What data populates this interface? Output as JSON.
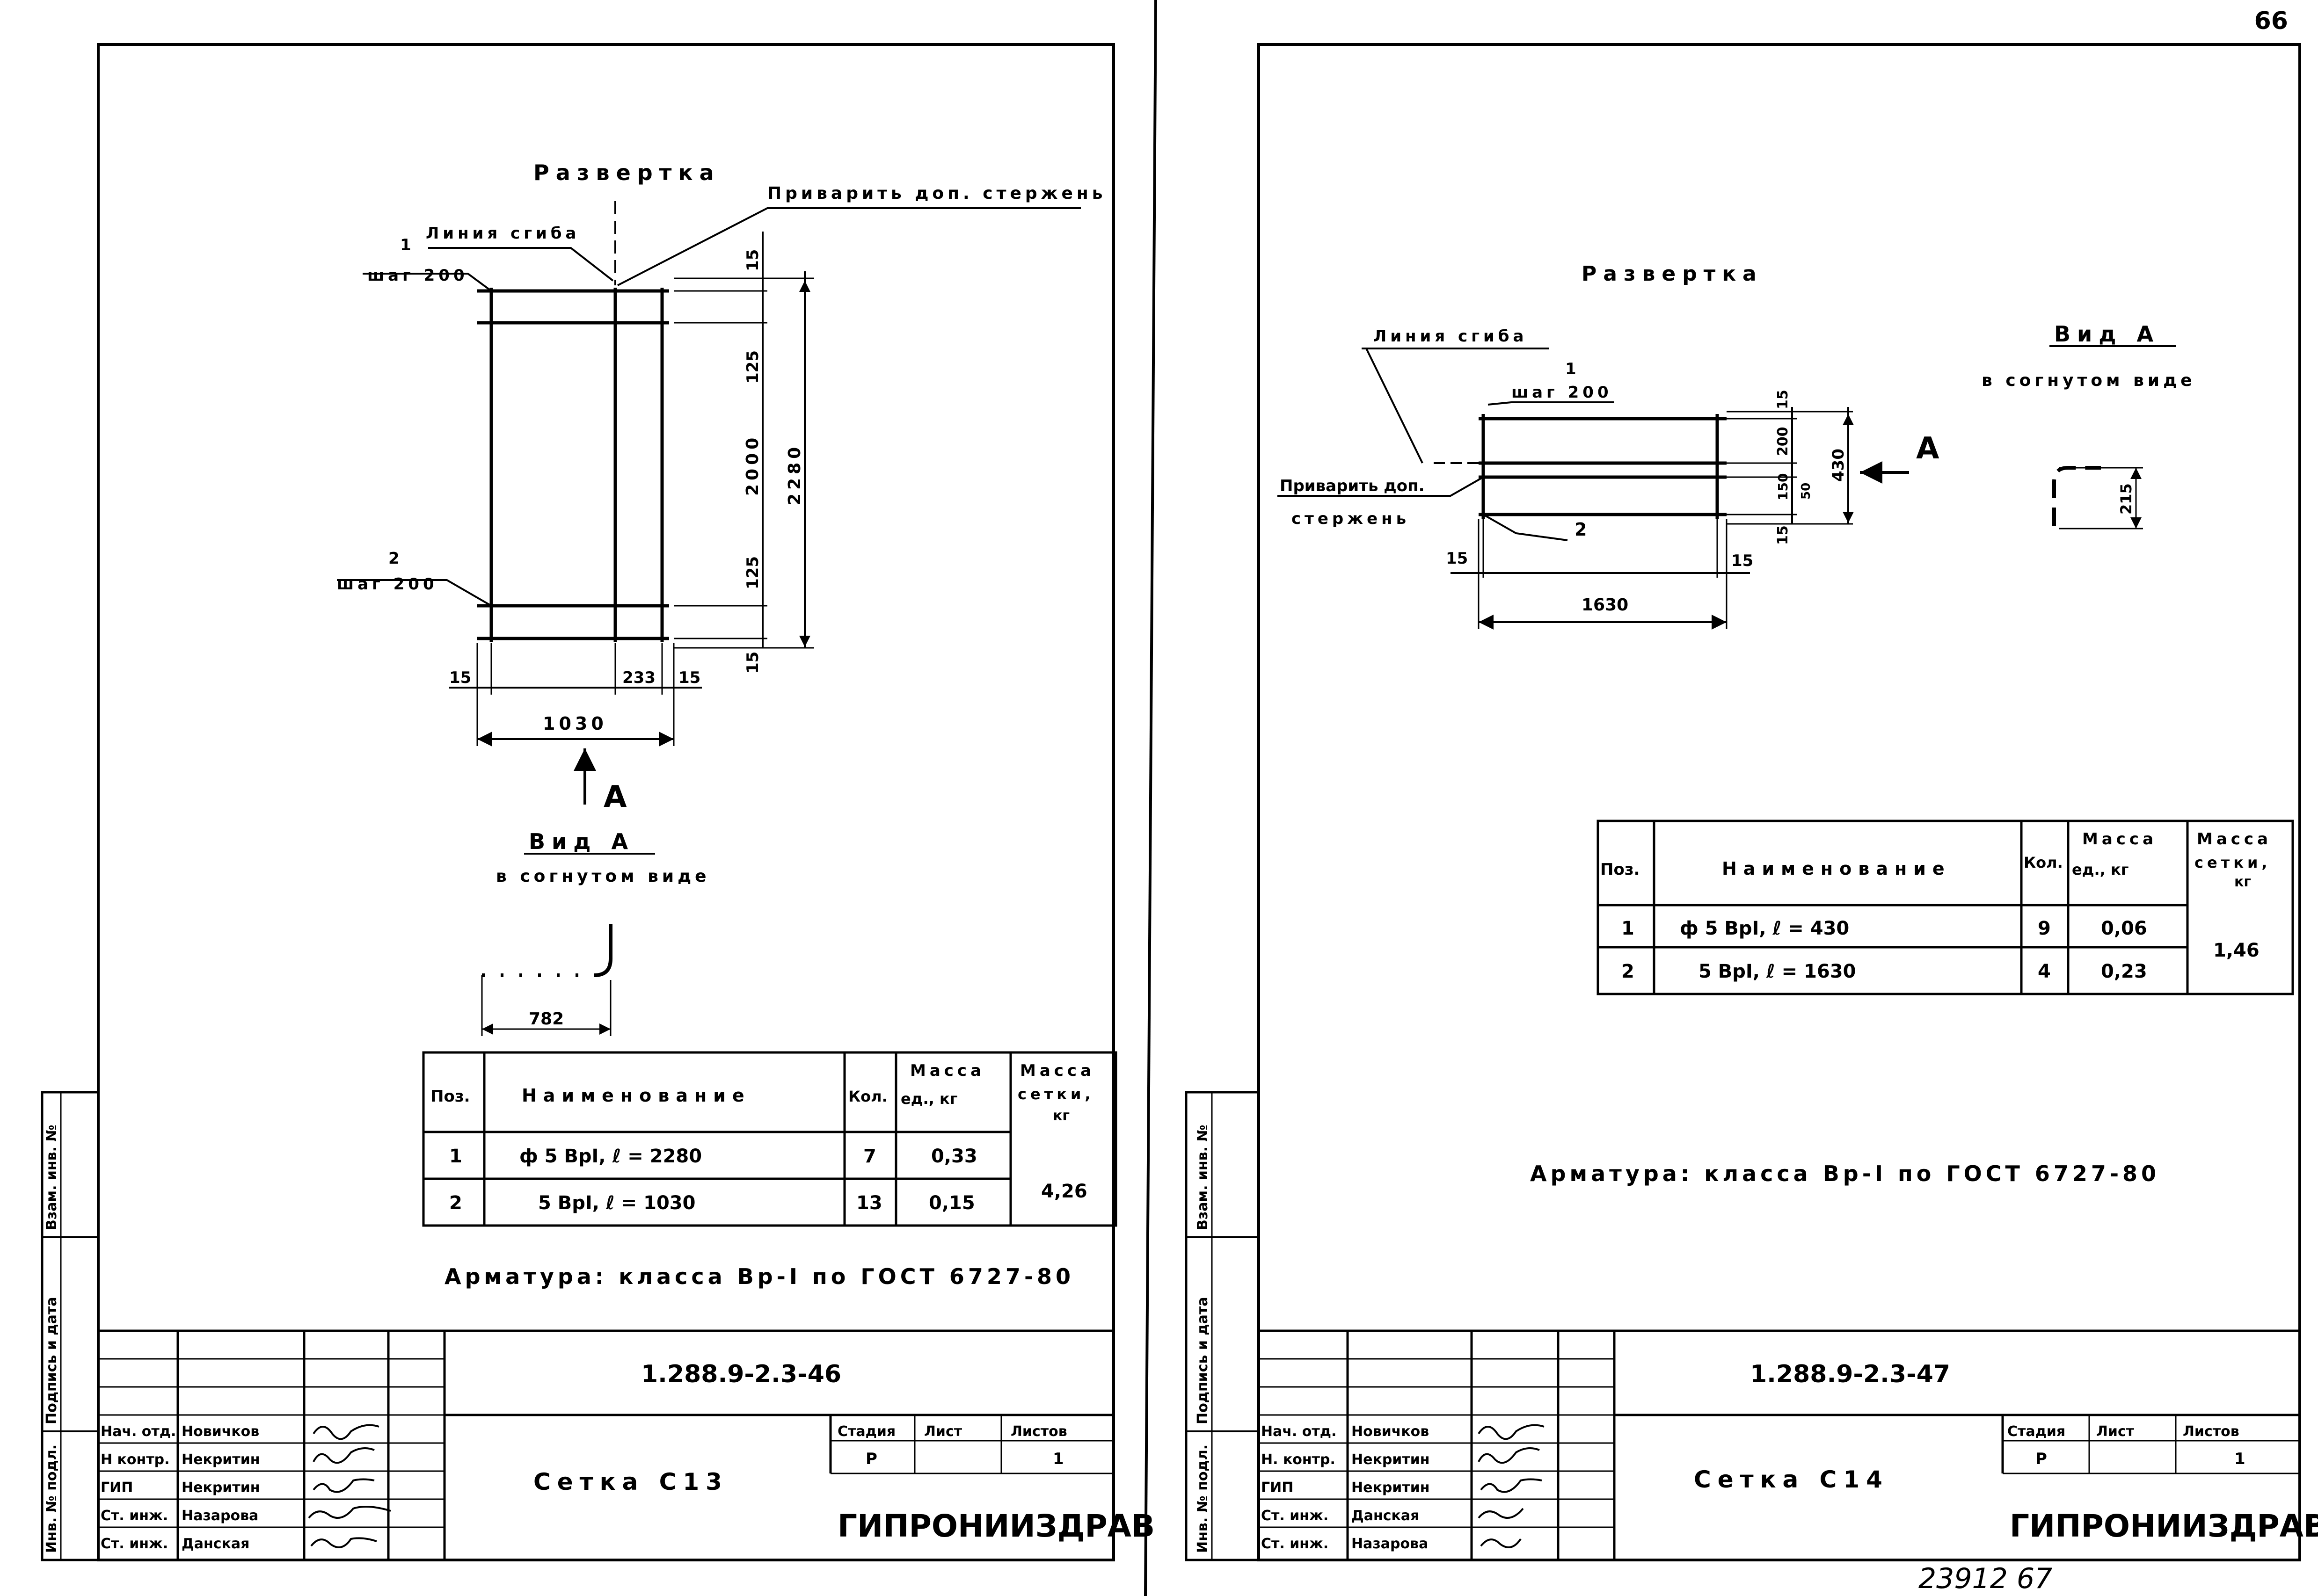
{
  "page_number": "66",
  "footer_number": "23912  67",
  "sheets": [
    {
      "razvertka": "Развертка",
      "privarit": "Приварить доп. стержень",
      "liniya_sgiba": "Линия сгиба",
      "pos1": "1",
      "shag1": "шаг 200",
      "pos2": "2",
      "shag2": "шаг 200",
      "dims": {
        "d15_top": "15",
        "d125_top": "125",
        "d2000": "2000",
        "d2280": "2280",
        "d125_bot": "125",
        "d15_bot": "15",
        "d15_left": "15",
        "d233": "233",
        "d15_right": "15",
        "d1030": "1030",
        "d782": "782"
      },
      "arrow_label": "А",
      "vid": "Вид А",
      "vid_sub": "в согнутом виде",
      "table": {
        "h_pos": "Поз.",
        "h_name": "Наименование",
        "h_kol": "Кол.",
        "h_mass_ed": [
          "Масса",
          "ед., кг"
        ],
        "h_mass_set": [
          "Масса",
          "сетки,",
          "кг"
        ],
        "rows": [
          {
            "pos": "1",
            "name": "ф 5 ВрI,  ℓ = 2280",
            "kol": "7",
            "mass": "0,33"
          },
          {
            "pos": "2",
            "name": "5 ВрI,  ℓ = 1030",
            "kol": "13",
            "mass": "0,15"
          }
        ],
        "total": "4,26"
      },
      "armatura": "Арматура: класса Вр-I по ГОСТ 6727-80",
      "stamp": {
        "code": "1.288.9-2.3-46",
        "title": "Сетка С13",
        "org": "ГИПРОНИИЗДРАВ",
        "stadiya": "Стадия",
        "list": "Лист",
        "listov": "Листов",
        "stadiya_val": "Р",
        "listov_val": "1",
        "roles": [
          "Нач. отд.",
          "Н контр.",
          "ГИП",
          "Ст. инж.",
          "Ст. инж."
        ],
        "names": [
          "Новичков",
          "Некритин",
          "Некритин",
          "Назарова",
          "Данская"
        ]
      },
      "side": [
        "Инв. № подл.",
        "Подпись и дата",
        "Взам. инв. №"
      ]
    },
    {
      "razvertka": "Развертка",
      "liniya_sgiba": "Линия сгиба",
      "pos1": "1",
      "shag1": "шаг 200",
      "privarit": [
        "Приварить доп.",
        "стержень"
      ],
      "pos2": "2",
      "dims": {
        "d15_top": "15",
        "d200": "200",
        "d150": "150",
        "d50": "50",
        "d430": "430",
        "d15_bot": "15",
        "d15_left": "15",
        "d15_right": "15",
        "d1630": "1630",
        "d215": "215"
      },
      "arrow_label": "А",
      "vid": "Вид А",
      "vid_sub": "в согнутом виде",
      "table": {
        "h_pos": "Поз.",
        "h_name": "Наименование",
        "h_kol": "Кол.",
        "h_mass_ed": [
          "Масса",
          "ед., кг"
        ],
        "h_mass_set": [
          "Масса",
          "сетки,",
          "кг"
        ],
        "rows": [
          {
            "pos": "1",
            "name": "ф 5 ВрI,  ℓ = 430",
            "kol": "9",
            "mass": "0,06"
          },
          {
            "pos": "2",
            "name": "5 ВрI,  ℓ = 1630",
            "kol": "4",
            "mass": "0,23"
          }
        ],
        "total": "1,46"
      },
      "armatura": "Арматура: класса Вр-I по ГОСТ 6727-80",
      "stamp": {
        "code": "1.288.9-2.3-47",
        "title": "Сетка С14",
        "org": "ГИПРОНИИЗДРАВ",
        "stadiya": "Стадия",
        "list": "Лист",
        "listov": "Листов",
        "stadiya_val": "Р",
        "listov_val": "1",
        "roles": [
          "Нач. отд.",
          "Н. контр.",
          "ГИП",
          "Ст. инж.",
          "Ст. инж."
        ],
        "names": [
          "Новичков",
          "Некритин",
          "Некритин",
          "Данская",
          "Назарова"
        ]
      },
      "side": [
        "Инв. № подл.",
        "Подпись и дата",
        "Взам. инв. №"
      ]
    }
  ]
}
